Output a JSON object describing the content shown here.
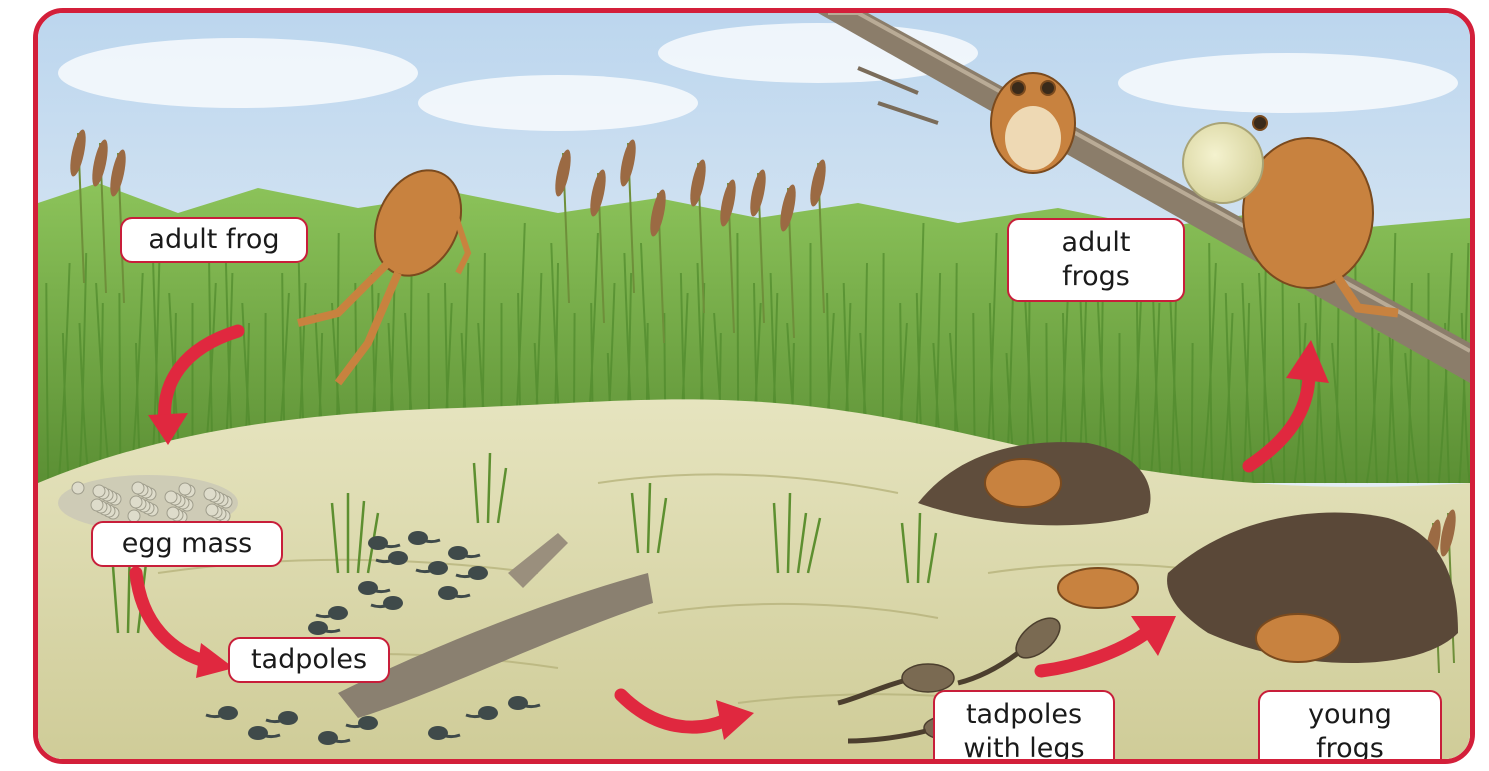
{
  "colors": {
    "frame": "#d31f3a",
    "arrow": "#e0283f",
    "label_border": "#c81e3a",
    "sky": "#cfe2f1",
    "grass": "#6fa83f",
    "water": "#d9d6a8",
    "frog": "#c8823f"
  },
  "labels": {
    "adult_frog": "adult frog",
    "adult_frogs": "adult\nfrogs",
    "egg_mass": "egg mass",
    "tadpoles": "tadpoles",
    "tadpoles_with_legs": "tadpoles\nwith legs",
    "young_frogs": "young\nfrogs"
  },
  "icons": {
    "cycle_arrow": "curved-arrow-icon",
    "frog": "frog-illustration",
    "tadpole": "tadpole-illustration",
    "egg_mass": "egg-cluster-illustration",
    "cattail": "cattail-illustration",
    "log": "log-illustration"
  }
}
